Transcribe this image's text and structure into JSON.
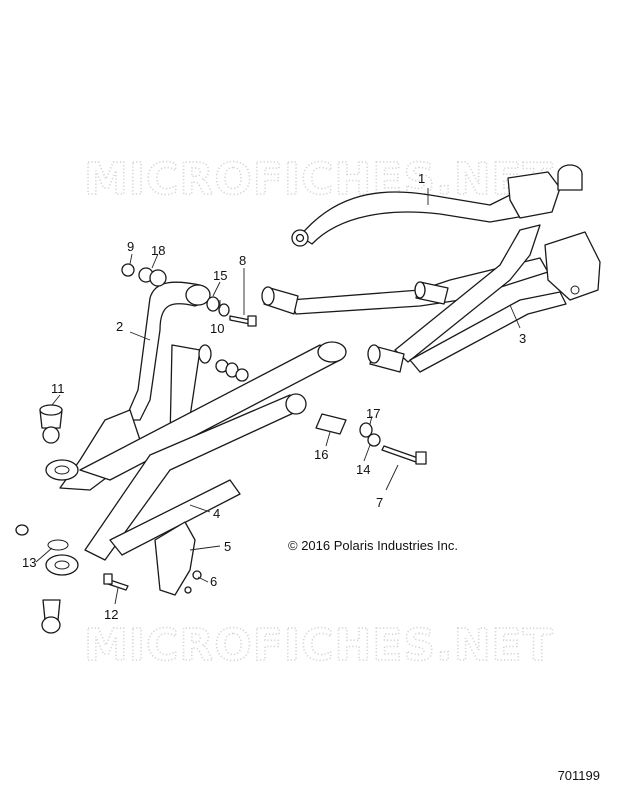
{
  "watermark": {
    "text_top": "MICROFICHES.NET",
    "text_bottom": "MICROFICHES.NET"
  },
  "copyright": "© 2016 Polaris Industries Inc.",
  "figure_number": "701199",
  "callouts": {
    "c1": "1",
    "c2": "2",
    "c3": "3",
    "c4": "4",
    "c5": "5",
    "c6": "6",
    "c7": "7",
    "c8": "8",
    "c9": "9",
    "c10": "10",
    "c11": "11",
    "c12": "12",
    "c13": "13",
    "c14": "14",
    "c15": "15",
    "c16": "16",
    "c17": "17",
    "c18": "18"
  }
}
